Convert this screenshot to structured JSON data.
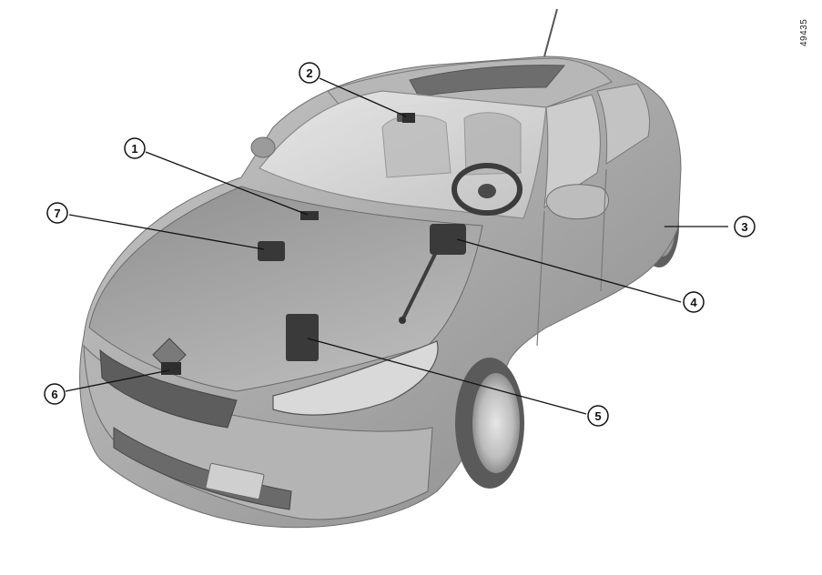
{
  "figure_id": "49435",
  "callouts": [
    {
      "label": "1"
    },
    {
      "label": "2"
    },
    {
      "label": "3"
    },
    {
      "label": "4"
    },
    {
      "label": "5"
    },
    {
      "label": "6"
    },
    {
      "label": "7"
    }
  ],
  "colors": {
    "body": "#a9a9a9",
    "body_light": "#cfcfcf",
    "body_dark": "#7d7d7d",
    "glass": "#d8d8d8",
    "component": "#3a3a3a",
    "callout_line": "#111111"
  }
}
